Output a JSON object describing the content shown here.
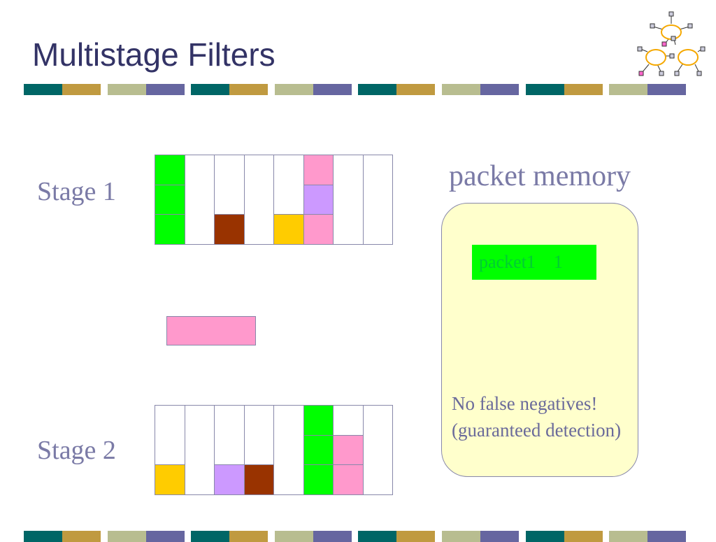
{
  "title": "Multistage Filters",
  "stages": [
    {
      "label": "Stage 1",
      "cells": [
        [
          "#00ff00",
          "#ffffff",
          "#ffffff",
          "#ffffff",
          "#ffffff",
          "#ff99cc",
          "#ffffff",
          "#ffffff"
        ],
        [
          "#00ff00",
          "#ffffff",
          "#ffffff",
          "#ffffff",
          "#ffffff",
          "#cc99ff",
          "#ffffff",
          "#ffffff"
        ],
        [
          "#00ff00",
          "#ffffff",
          "#993300",
          "#ffffff",
          "#ffcc00",
          "#ff99cc",
          "#ffffff",
          "#ffffff"
        ]
      ]
    },
    {
      "label": "Stage 2",
      "cells": [
        [
          "#ffffff",
          "#ffffff",
          "#ffffff",
          "#ffffff",
          "#ffffff",
          "#00ff00",
          "#ffffff",
          "#ffffff"
        ],
        [
          "#ffffff",
          "#ffffff",
          "#ffffff",
          "#ffffff",
          "#ffffff",
          "#00ff00",
          "#ff99cc",
          "#ffffff"
        ],
        [
          "#ffcc00",
          "#ffffff",
          "#cc99ff",
          "#993300",
          "#ffffff",
          "#00ff00",
          "#ff99cc",
          "#ffffff"
        ]
      ]
    }
  ],
  "incoming_packet_color": "#ff99cc",
  "memory": {
    "title": "packet memory",
    "box_color": "#ffffcc",
    "entry": {
      "name": "packet1",
      "count": "1",
      "color": "#00ff00"
    }
  },
  "note": {
    "line1": "No false negatives!",
    "line2": "(guaranteed detection)"
  },
  "deco_colors": [
    "#006666",
    "#c09a40",
    "#b8bd90",
    "#6666a0"
  ]
}
